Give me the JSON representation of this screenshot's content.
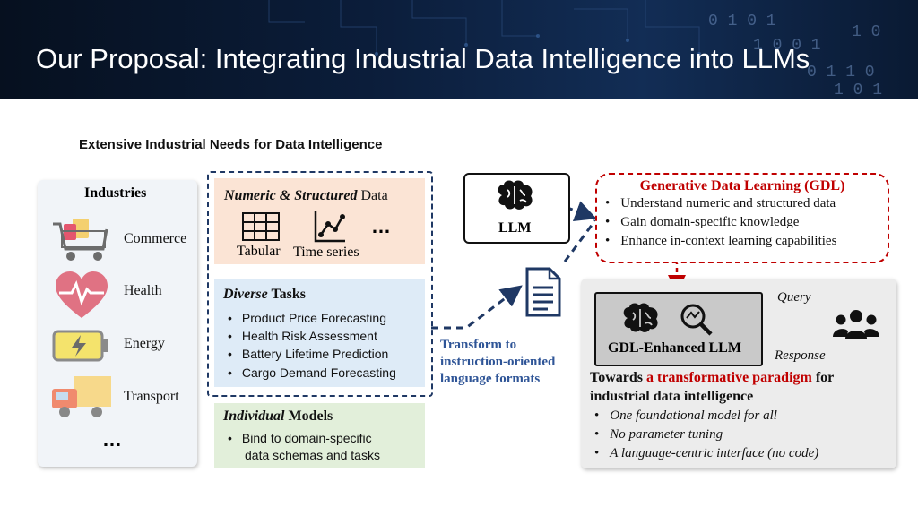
{
  "header": {
    "title": "Our Proposal: Integrating Industrial Data Intelligence into LLMs"
  },
  "section_title": "Extensive Industrial Needs for Data Intelligence",
  "industries": {
    "heading": "Industries",
    "items": [
      {
        "label": "Commerce",
        "icon": "shopping-cart-icon"
      },
      {
        "label": "Health",
        "icon": "heart-pulse-icon"
      },
      {
        "label": "Energy",
        "icon": "battery-icon"
      },
      {
        "label": "Transport",
        "icon": "truck-icon"
      }
    ],
    "more": "…"
  },
  "numeric_box": {
    "heading_em": "Numeric & Structured",
    "heading_rest": " Data",
    "tabular": "Tabular",
    "time_series": "Time series",
    "more": "…"
  },
  "tasks_box": {
    "heading_em": "Diverse",
    "heading_rest": " Tasks",
    "items": [
      "Product Price Forecasting",
      "Health Risk Assessment",
      "Battery Lifetime Prediction",
      "Cargo Demand Forecasting"
    ]
  },
  "models_box": {
    "heading_em": "Individual",
    "heading_rest": " Models",
    "items": [
      "Bind to domain-specific",
      "data schemas and tasks"
    ]
  },
  "transform": {
    "lines": [
      "Transform to",
      "instruction-oriented",
      "language formats"
    ]
  },
  "llm": {
    "label": "LLM"
  },
  "gdl": {
    "title": "Generative Data Learning (GDL)",
    "items": [
      "Understand numeric and structured data",
      "Gain domain-specific knowledge",
      "Enhance in-context learning capabilities"
    ]
  },
  "enhanced": {
    "label": "GDL-Enhanced LLM",
    "query": "Query",
    "response": "Response",
    "towards_pre": "Towards ",
    "towards_highlight": "a transformative paradigm",
    "towards_post": " for",
    "towards_line2": "industrial data intelligence",
    "items": [
      "One foundational model for all",
      "No parameter tuning",
      "A language-centric interface (no code)"
    ]
  },
  "colors": {
    "accent_red": "#c00000",
    "navy": "#1f3864",
    "transform_blue": "#2f5597"
  }
}
